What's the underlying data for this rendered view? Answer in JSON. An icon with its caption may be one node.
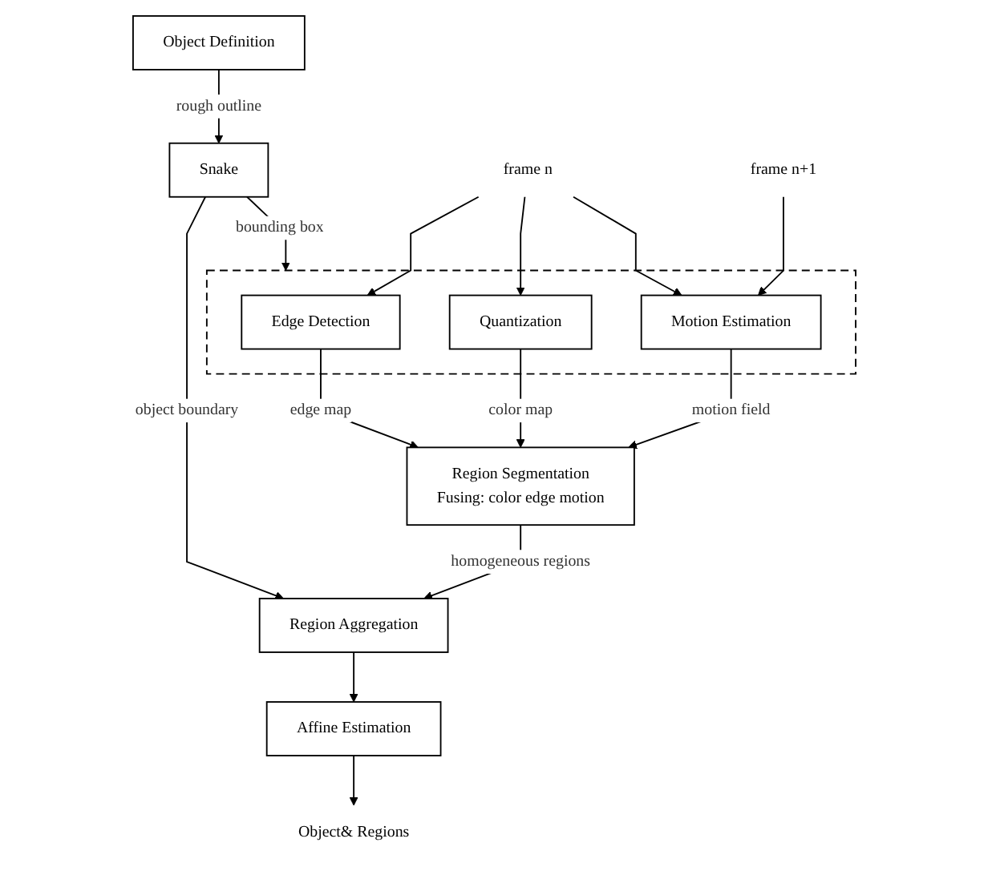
{
  "diagram": {
    "nodes": [
      {
        "text": [
          "Object Definition"
        ]
      },
      {
        "text": [
          "Snake"
        ]
      },
      {
        "text": [],
        "shape": "box"
      },
      {
        "text": [
          "Edge Detection"
        ],
        "in": 2
      },
      {
        "text": [
          "Quantization"
        ],
        "in": 2
      },
      {
        "text": [
          "Motion Estimation"
        ],
        "in": 2
      },
      {
        "text": [
          "Region Segmentation",
          "Fusing: color edge motion"
        ]
      },
      {
        "text": [
          "Region Aggregation"
        ]
      },
      {
        "text": [
          "Affine Estimation"
        ]
      },
      {
        "text": [
          "frame n"
        ]
      },
      {
        "text": [
          "frame n+1"
        ]
      },
      {
        "text": [
          "Object& Regions"
        ]
      }
    ],
    "edges": [
      {
        "from": 0,
        "to": 1,
        "arrow": "to",
        "label": "rough outline"
      },
      {
        "from": 1,
        "to": 2,
        "arrow": "to",
        "label": "bounding box"
      },
      {
        "from": 1,
        "to": 7,
        "arrow": "to",
        "label": "object boundary"
      },
      {
        "from": 9,
        "to": 3,
        "arrow": "to"
      },
      {
        "from": 9,
        "to": 4,
        "arrow": "to"
      },
      {
        "from": 9,
        "to": 5,
        "arrow": "to"
      },
      {
        "from": 10,
        "to": 5,
        "arrow": "to"
      },
      {
        "from": 3,
        "to": 6,
        "arrow": "to",
        "label": "edge map"
      },
      {
        "from": 4,
        "to": 6,
        "arrow": "to",
        "label": "color map"
      },
      {
        "from": 5,
        "to": 6,
        "arrow": "to",
        "label": "motion field"
      },
      {
        "from": 6,
        "to": 7,
        "arrow": "to",
        "label": "homogeneous regions"
      },
      {
        "from": 7,
        "to": 8,
        "arrow": "to"
      },
      {
        "from": 8,
        "to": 11,
        "arrow": "to"
      }
    ]
  }
}
